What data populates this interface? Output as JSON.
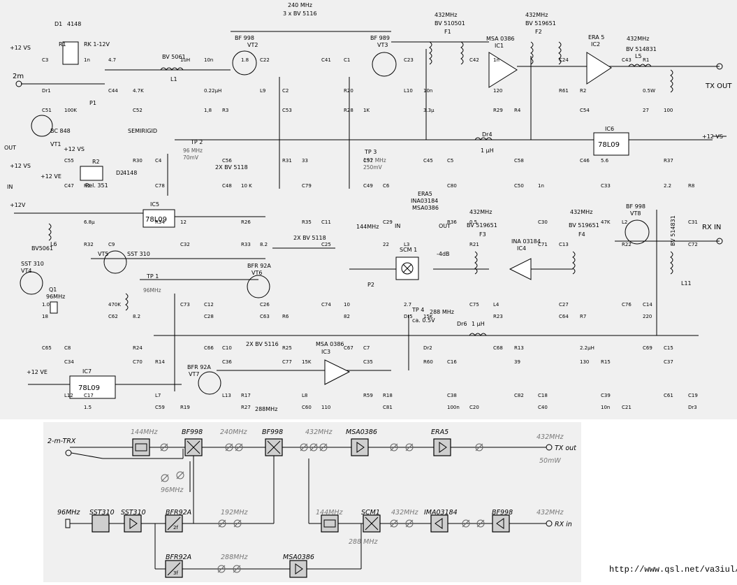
{
  "schematic": {
    "labels": {
      "top_freq": "240 MHz",
      "top_transistors": "3 x BV 5116",
      "f1_freq": "432MHz",
      "f1_type": "BV 510501",
      "f1": "F1",
      "f2_freq": "432MHz",
      "f2_type": "BV 519651",
      "f2": "F2",
      "ic1_type": "MSA 0386",
      "ic1": "IC1",
      "ic2_type": "ERA 5",
      "ic2": "IC2",
      "l5_freq": "432MHz",
      "l5_type": "BV 514831",
      "l5": "L5",
      "tx_out": "TX OUT",
      "supply_12vs_right": "+12 VS",
      "d1": "D1",
      "d1_type": "4148",
      "rk": "RK 1-12V",
      "r1": "R1",
      "supply_12vs_left": "+12 VS",
      "two_m": "2m",
      "bc848": "BC 848",
      "vt1": "VT1",
      "semirigid": "SEMIRIGID",
      "out": "OUT",
      "in": "IN",
      "supply_12vs_mid": "+12 VS",
      "supply_12vs_r2": "+12 VS",
      "supply_12ve_r2": "+12 VE",
      "r2": "R2",
      "rel": "Rel. 351",
      "d2": "D2",
      "d2_type": "4148",
      "supply_12v": "+12V",
      "ic5": "IC5",
      "ic5_type": "78L09",
      "bv5061_l6": "BV5061",
      "l6": "L6",
      "sst310_vt4": "SST 310",
      "vt4": "VT4",
      "q1": "Q1",
      "q1_freq": "96MHz",
      "vt5": "VT5",
      "vt5_type": "SST 310",
      "tp1": "TP 1",
      "tp1_freq": "96MHz",
      "tp2": "TP 2",
      "tp2_freq": "96 MHz",
      "tp2_level": "70mV",
      "vt6": "VT6",
      "vt6_type": "BFR 92A",
      "l7_l8_type": "2X BV 5118",
      "l9_l10_type": "2X BV 5118",
      "tp3": "TP 3",
      "tp3_freq": "192 MHz",
      "tp3_level": "250mV",
      "era5_scm": "ERA5",
      "ina_scm": "INA03184",
      "msa_scm": "MSA0386",
      "scm1": "SCM 1",
      "scm_in": "IN",
      "scm_out": "OUT",
      "atten": "-4dB",
      "f3_freq": "432MHz",
      "f3_type": "BV 519651",
      "f3": "F3",
      "ic4_type": "INA 03184",
      "ic4": "IC4",
      "f4_freq": "432MHz",
      "f4_type": "BV 519651",
      "f4": "F4",
      "vt8_type": "BF 998",
      "vt8": "VT8",
      "rx_in": "RX IN",
      "l11_type": "BV 514831",
      "l11": "L11",
      "tp4": "TP 4",
      "tp4_freq": "288 MHz",
      "tp4_level": "ca. 0.5V",
      "freq_144": "144MHz",
      "ic3_type": "MSA 0386",
      "ic3": "IC3",
      "vt7_type": "BFR 92A",
      "vt7": "VT7",
      "l12_l13_type": "2X BV 5116",
      "freq_288": "288MHz",
      "supply_12ve": "+12 VE",
      "ic7": "IC7",
      "ic7_type": "78L09",
      "ic6": "IC6",
      "ic6_type": "78L09",
      "vt2": "VT2",
      "vt2_type": "BF 998",
      "vt3": "VT3",
      "vt3_type": "BF 989",
      "bv5061_l1": "BV 5061",
      "l1": "L1",
      "dr4": "Dr4",
      "dr4_val": "1 µH",
      "dr6": "Dr6",
      "dr6_val": "1 µH",
      "p1": "P1",
      "p2": "P2"
    },
    "components": [
      {
        "n": "C3"
      },
      {
        "n": "10n"
      },
      {
        "n": "C1"
      },
      {
        "n": "1n"
      },
      {
        "n": "R1"
      },
      {
        "n": "4.7K"
      },
      {
        "n": "C2"
      },
      {
        "n": "10n"
      },
      {
        "n": "R2"
      },
      {
        "n": "100K"
      },
      {
        "n": "R3"
      },
      {
        "n": "1K"
      },
      {
        "n": "R4"
      },
      {
        "n": "100"
      },
      {
        "n": "C4"
      },
      {
        "n": "33"
      },
      {
        "n": "C5"
      },
      {
        "n": "5.6"
      },
      {
        "n": "R5"
      },
      {
        "n": "10 K"
      },
      {
        "n": "C6"
      },
      {
        "n": "1n"
      },
      {
        "n": "R8"
      },
      {
        "n": "12"
      },
      {
        "n": "C11"
      },
      {
        "n": "0.5"
      },
      {
        "n": "L2"
      },
      {
        "n": "C9"
      },
      {
        "n": "8.2"
      },
      {
        "n": "L3"
      },
      {
        "n": "C13"
      },
      {
        "n": "1.0"
      },
      {
        "n": "C12"
      },
      {
        "n": "10"
      },
      {
        "n": "L4"
      },
      {
        "n": "C14"
      },
      {
        "n": "8.2"
      },
      {
        "n": "R6"
      },
      {
        "n": "15K"
      },
      {
        "n": "R7"
      },
      {
        "n": "C8"
      },
      {
        "n": "C10"
      },
      {
        "n": "C7"
      },
      {
        "n": "R13"
      },
      {
        "n": "C15"
      },
      {
        "n": "R14"
      },
      {
        "n": "15K"
      },
      {
        "n": "C16"
      },
      {
        "n": "R15"
      },
      {
        "n": "C17"
      },
      {
        "n": "R17"
      },
      {
        "n": "R18"
      },
      {
        "n": "C18"
      },
      {
        "n": "C19"
      },
      {
        "n": "R19"
      },
      {
        "n": "110"
      },
      {
        "n": "C20"
      },
      {
        "n": "C21"
      },
      {
        "n": "4.7"
      },
      {
        "n": "C22"
      },
      {
        "n": "C23"
      },
      {
        "n": "C24"
      },
      {
        "n": "Dr1"
      },
      {
        "n": "0.22µH"
      },
      {
        "n": "R20"
      },
      {
        "n": "120"
      },
      {
        "n": "0.5W"
      },
      {
        "n": "C52"
      },
      {
        "n": "C53"
      },
      {
        "n": "3.3µ"
      },
      {
        "n": "C54"
      },
      {
        "n": "C55"
      },
      {
        "n": "C56"
      },
      {
        "n": "C57"
      },
      {
        "n": "C58"
      },
      {
        "n": "R37"
      },
      {
        "n": "C78"
      },
      {
        "n": "C79"
      },
      {
        "n": "C80"
      },
      {
        "n": "C33"
      },
      {
        "n": "6.8µ"
      },
      {
        "n": "R26"
      },
      {
        "n": "C29"
      },
      {
        "n": "C30"
      },
      {
        "n": "C31"
      },
      {
        "n": "C32"
      },
      {
        "n": "C25"
      },
      {
        "n": "R21"
      },
      {
        "n": "R22"
      },
      {
        "n": "470K"
      },
      {
        "n": "C26"
      },
      {
        "n": "2.7"
      },
      {
        "n": "C27"
      },
      {
        "n": "18"
      },
      {
        "n": "C28"
      },
      {
        "n": "82"
      },
      {
        "n": "R23"
      },
      {
        "n": "220"
      },
      {
        "n": "R24"
      },
      {
        "n": "R25"
      },
      {
        "n": "Dr2"
      },
      {
        "n": "2.2µH"
      },
      {
        "n": "C34"
      },
      {
        "n": "C36"
      },
      {
        "n": "C35"
      },
      {
        "n": "39"
      },
      {
        "n": "C37"
      },
      {
        "n": "L7"
      },
      {
        "n": "L8"
      },
      {
        "n": "C38"
      },
      {
        "n": "C39"
      },
      {
        "n": "1.5"
      },
      {
        "n": "R27"
      },
      {
        "n": "C81"
      },
      {
        "n": "C40"
      },
      {
        "n": "Dr3"
      },
      {
        "n": "1uH"
      },
      {
        "n": "C41"
      },
      {
        "n": "C42"
      },
      {
        "n": "C43"
      },
      {
        "n": "C44"
      },
      {
        "n": "L9"
      },
      {
        "n": "L10"
      },
      {
        "n": "R61"
      },
      {
        "n": "C51"
      },
      {
        "n": "1,8"
      },
      {
        "n": "R28"
      },
      {
        "n": "R29"
      },
      {
        "n": "27"
      },
      {
        "n": "R30"
      },
      {
        "n": "R31"
      },
      {
        "n": "C45"
      },
      {
        "n": "C46"
      },
      {
        "n": "C47"
      },
      {
        "n": "C48"
      },
      {
        "n": "C49"
      },
      {
        "n": "C50"
      },
      {
        "n": "2.2"
      },
      {
        "n": "R34"
      },
      {
        "n": "R35"
      },
      {
        "n": "R36"
      },
      {
        "n": "47K"
      },
      {
        "n": "R32"
      },
      {
        "n": "R33"
      },
      {
        "n": "22"
      },
      {
        "n": "C71"
      },
      {
        "n": "C72"
      },
      {
        "n": "C73"
      },
      {
        "n": "C74"
      },
      {
        "n": "C75"
      },
      {
        "n": "C76"
      },
      {
        "n": "C62"
      },
      {
        "n": "C63"
      },
      {
        "n": "Dr5"
      },
      {
        "n": "C64"
      },
      {
        "n": "C65"
      },
      {
        "n": "C66"
      },
      {
        "n": "C67"
      },
      {
        "n": "C68"
      },
      {
        "n": "C69"
      },
      {
        "n": "C70"
      },
      {
        "n": "C77"
      },
      {
        "n": "R60"
      },
      {
        "n": "130"
      },
      {
        "n": "L12"
      },
      {
        "n": "L13"
      },
      {
        "n": "R59"
      },
      {
        "n": "C82"
      },
      {
        "n": "C61"
      },
      {
        "n": "C59"
      },
      {
        "n": "C60"
      },
      {
        "n": "100n"
      },
      {
        "n": "10n"
      },
      {
        "n": "1n"
      },
      {
        "n": "1.8"
      }
    ]
  },
  "block_diagram": {
    "trx": "2-m-TRX",
    "freq_144_a": "144MHz",
    "bf998_a": "BF998",
    "freq_240": "240MHz",
    "bf998_b": "BF998",
    "freq_432_a": "432MHz",
    "msa0386_a": "MSA0386",
    "era5": "ERA5",
    "freq_432_tx": "432MHz",
    "tx_out": "TX out",
    "tx_power": "50mW",
    "freq_96_tap": "96MHz",
    "osc_freq": "96MHz",
    "sst310_a": "SST310",
    "sst310_b": "SST310",
    "bfr92a_a": "BFR92A",
    "freq_192": "192MHz",
    "freq_144_b": "144MHz",
    "scm1": "SCM1",
    "freq_432_b": "432MHz",
    "ima03184": "IMA03184",
    "bf998_c": "BF998",
    "freq_432_rx": "432MHz",
    "rx_in": "RX in",
    "freq_288_mix": "288 MHz",
    "bfr92a_b": "BFR92A",
    "freq_288": "288MHz",
    "msa0386_b": "MSA0386",
    "mult_2f": "2f",
    "mult_3f": "3f"
  },
  "url": "http://www.qsl.net/va3iul/"
}
